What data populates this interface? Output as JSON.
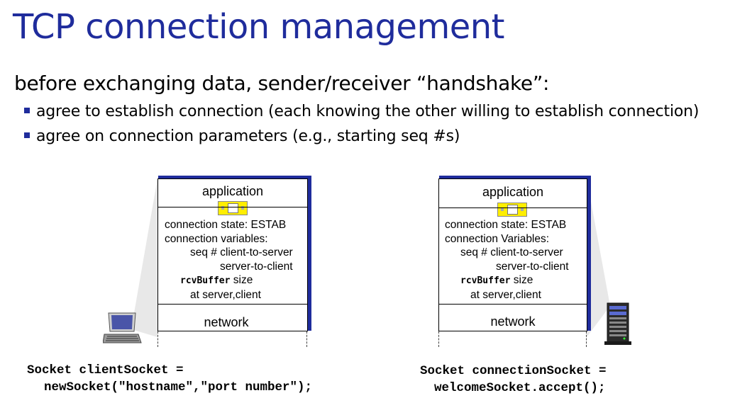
{
  "title": "TCP connection management",
  "intro": "before exchanging data, sender/receiver “handshake”:",
  "bullets": [
    "agree to establish connection (each knowing the other willing to establish connection)",
    "agree on connection parameters (e.g., starting seq #s)"
  ],
  "client": {
    "layer_app": "application",
    "state": "connection state: ESTAB",
    "vars": "connection variables:",
    "seq1": "seq # client-to-server",
    "seq2": "server-to-client",
    "rcv_mono": "rcvBuffer",
    "rcv_rest": " size",
    "at": "at server,client",
    "layer_net": "network",
    "code1": "Socket clientSocket =",
    "code2": "newSocket(\"hostname\",\"port number\");",
    "icon": "laptop-icon"
  },
  "server": {
    "layer_app": "application",
    "state": "connection state: ESTAB",
    "vars": "connection Variables:",
    "seq1": "seq # client-to-server",
    "seq2": "server-to-client",
    "rcv_mono": "rcvBuffer",
    "rcv_rest": " size",
    "at": "at server,client",
    "layer_net": "network",
    "code1": "Socket connectionSocket =",
    "code2": "welcomeSocket.accept();",
    "icon": "server-icon"
  },
  "colors": {
    "title": "#1f2c9c",
    "socket": "#ffee00",
    "frame_shadow": "#1f2c9c"
  }
}
